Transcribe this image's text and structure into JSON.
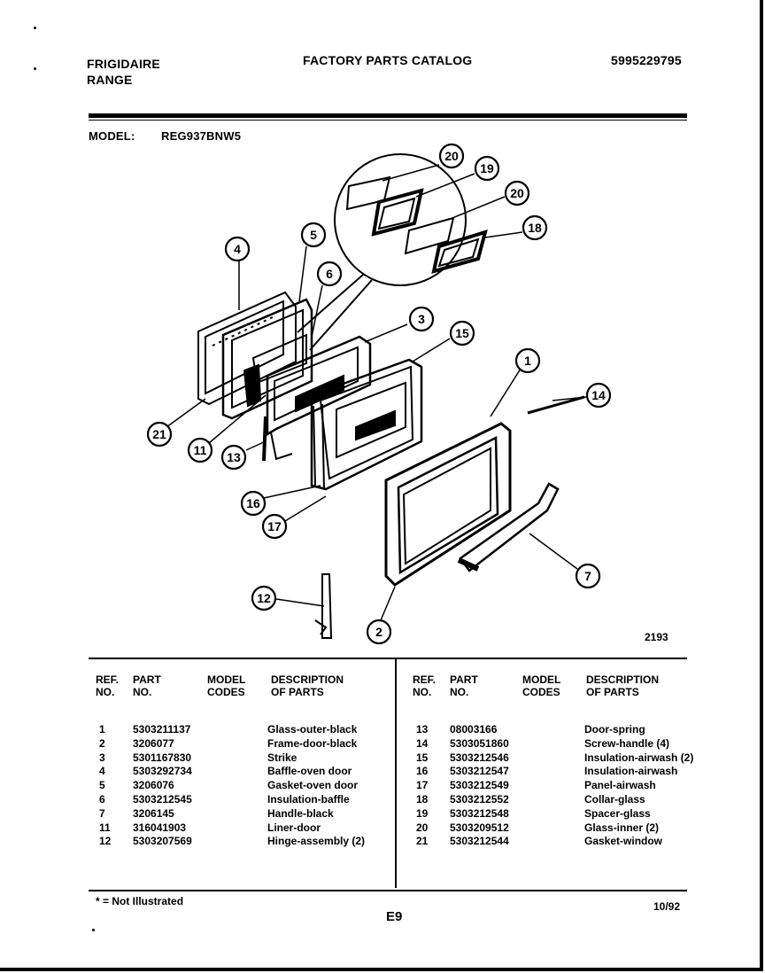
{
  "header": {
    "brand_line1": "FRIGIDAIRE",
    "brand_line2": "RANGE",
    "title": "FACTORY PARTS CATALOG",
    "catalog_number": "5995229795",
    "model_label": "MODEL:",
    "model_value": "REG937BNW5"
  },
  "diagram": {
    "figure_number": "2193",
    "callouts": [
      "20",
      "19",
      "20",
      "18",
      "4",
      "5",
      "6",
      "3",
      "15",
      "1",
      "14",
      "21",
      "11",
      "13",
      "16",
      "17",
      "7",
      "12",
      "2"
    ]
  },
  "table": {
    "headers": {
      "ref": "REF.\nNO.",
      "part": "PART\nNO.",
      "model": "MODEL\nCODES",
      "desc": "DESCRIPTION\nOF PARTS"
    },
    "left_rows": [
      {
        "ref": "1",
        "part": "5303211137",
        "model": "",
        "desc": "Glass-outer-black"
      },
      {
        "ref": "2",
        "part": "3206077",
        "model": "",
        "desc": "Frame-door-black"
      },
      {
        "ref": "3",
        "part": "5301167830",
        "model": "",
        "desc": "Strike"
      },
      {
        "ref": "4",
        "part": "5303292734",
        "model": "",
        "desc": "Baffle-oven door"
      },
      {
        "ref": "5",
        "part": "3206076",
        "model": "",
        "desc": "Gasket-oven door"
      },
      {
        "ref": "6",
        "part": "5303212545",
        "model": "",
        "desc": "Insulation-baffle"
      },
      {
        "ref": "7",
        "part": "3206145",
        "model": "",
        "desc": "Handle-black"
      },
      {
        "ref": "11",
        "part": "316041903",
        "model": "",
        "desc": "Liner-door"
      },
      {
        "ref": "12",
        "part": "5303207569",
        "model": "",
        "desc": "Hinge-assembly (2)"
      }
    ],
    "right_rows": [
      {
        "ref": "13",
        "part": "08003166",
        "model": "",
        "desc": "Door-spring"
      },
      {
        "ref": "14",
        "part": "5303051860",
        "model": "",
        "desc": "Screw-handle (4)"
      },
      {
        "ref": "15",
        "part": "5303212546",
        "model": "",
        "desc": "Insulation-airwash (2)"
      },
      {
        "ref": "16",
        "part": "5303212547",
        "model": "",
        "desc": "Insulation-airwash"
      },
      {
        "ref": "17",
        "part": "5303212549",
        "model": "",
        "desc": "Panel-airwash"
      },
      {
        "ref": "18",
        "part": "5303212552",
        "model": "",
        "desc": "Collar-glass"
      },
      {
        "ref": "19",
        "part": "5303212548",
        "model": "",
        "desc": "Spacer-glass"
      },
      {
        "ref": "20",
        "part": "5303209512",
        "model": "",
        "desc": "Glass-inner (2)"
      },
      {
        "ref": "21",
        "part": "5303212544",
        "model": "",
        "desc": "Gasket-window"
      }
    ]
  },
  "footer": {
    "note": "* = Not Illustrated",
    "page": "E9",
    "date": "10/92"
  }
}
